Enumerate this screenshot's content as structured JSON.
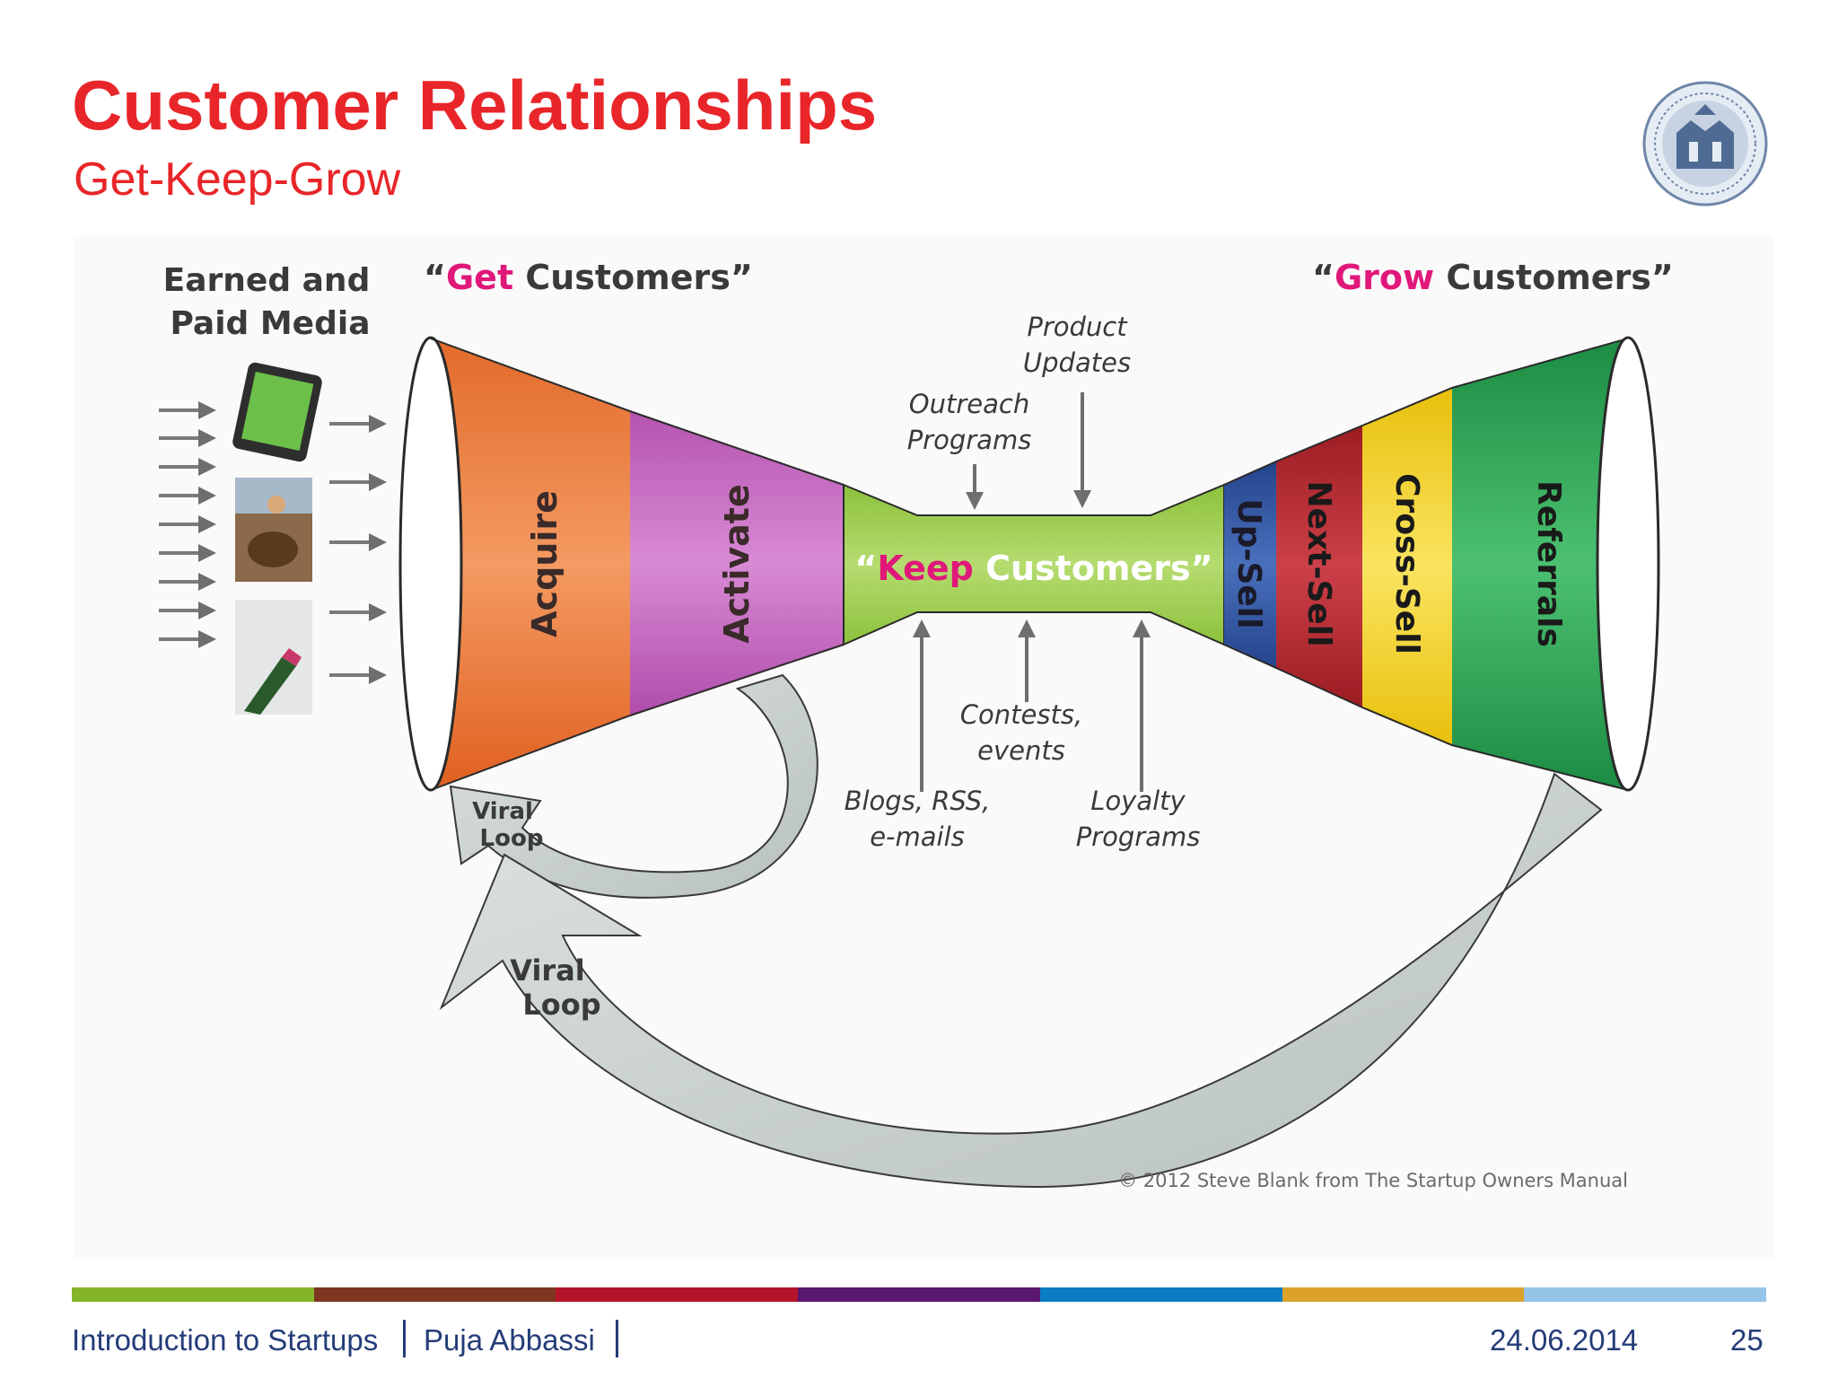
{
  "slide": {
    "title": "Customer Relationships",
    "subtitle": "Get-Keep-Grow"
  },
  "diagram": {
    "earned_media_line1": "Earned and",
    "earned_media_line2": "Paid Media",
    "get_quote_open": "“",
    "get_word": "Get",
    "get_rest": " Customers”",
    "keep_quote_open": "“",
    "keep_word": "Keep",
    "keep_rest": " Customers”",
    "grow_quote_open": "“",
    "grow_word": "Grow",
    "grow_rest": " Customers”",
    "stages": [
      "Acquire",
      "Activate",
      "Up-Sell",
      "Next-Sell",
      "Cross-Sell",
      "Referrals"
    ],
    "product_updates_line1": "Product",
    "product_updates_line2": "Updates",
    "outreach_line1": "Outreach",
    "outreach_line2": "Programs",
    "contests_line1": "Contests,",
    "contests_line2": "events",
    "blogs_line1": "Blogs, RSS,",
    "blogs_line2": "e-mails",
    "loyalty_line1": "Loyalty",
    "loyalty_line2": "Programs",
    "viral_small_line1": "Viral",
    "viral_small_line2": "Loop",
    "viral_big_line1": "Viral",
    "viral_big_line2": "Loop",
    "copyright": "© 2012 Steve Blank from The Startup Owners Manual"
  },
  "colors": {
    "title_red": "#e8262a",
    "accent_magenta": "#e0187a",
    "acquire": "#ee7b3a",
    "activate": "#c469c0",
    "keep": "#9ccc4a",
    "upsell": "#2f55a4",
    "nextsell": "#b5252c",
    "crosssell": "#f5d11c",
    "referrals": "#2aa456",
    "footer_text": "#243c78",
    "bar": [
      "#86b52a",
      "#7e3620",
      "#b5152a",
      "#5a1870",
      "#0a7cc2",
      "#dca12a",
      "#96c4e8"
    ]
  },
  "footer": {
    "course": "Introduction to Startups",
    "author": "Puja Abbassi",
    "date": "24.06.2014",
    "page": "25"
  }
}
